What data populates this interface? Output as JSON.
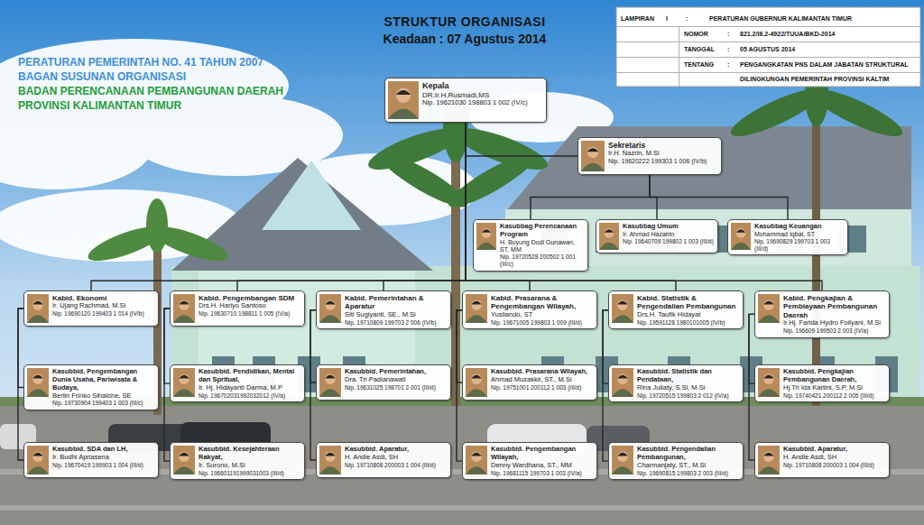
{
  "diagram": {
    "title": "STRUKTUR ORGANISASI",
    "nodes": [
      {
        "text": [
          "Kepala",
          "DR.Ir.H.Rusmadi,MS",
          "Nip. 19621030 198803 1 002 (IV/c)"
        ]
      },
      {
        "text": [
          "Sekretaris",
          "Ir.H. Nazrin, M.Si",
          "Nip. 19620222 199303 1 006 (IV/b)"
        ]
      },
      {
        "text": [
          "Kasubbag Perencanaan Program",
          "H. Buyung Dodi Gunawan, ST, MM",
          "Nip. 19720528 200502 1 001 (III/c)"
        ]
      },
      {
        "text": [
          "Kasubbag Umum",
          "Ir. Ahmad Hazairin",
          "Nip. 19640709 199802 1 003 (III/d)"
        ]
      },
      {
        "text": [
          "Kasubbag Keuangan",
          "Mohammad Iqbal, ST",
          "Nip. 19690829 199703 1 003 (III/d)"
        ]
      },
      {
        "text": [
          "Kabid. Ekonomi",
          "Ir. Ujang Rachmad, M.Si",
          "Nip. 19690120 199403 1 014 (IV/b)"
        ]
      },
      {
        "text": [
          "Kabid. Pengembangan SDM",
          "Drs.H. Hariyo Santoso",
          "Nip. 19630710 198811 1 005 (IV/a)"
        ]
      },
      {
        "text": [
          "Kabid. Pemerintahan & Aparatur",
          "Siti Sugiyanti, SE., M.Si",
          "Nip. 19710809 199703 2 006 (IV/b)"
        ]
      },
      {
        "text": [
          "Kabid. Prasarana & Pengembangan Wilayah,",
          "Yusliando, ST",
          "Nip. 19671005 199803 1 009 (III/d)"
        ]
      },
      {
        "text": [
          "Kabid. Statistik & Pengendalian Pembangunan",
          "Drs.H. Taufik Hidayat",
          "Nip. 19591128 1980101005 (IV/b)"
        ]
      },
      {
        "text": [
          "Kabid. Pengkajian & Pembiayaan Pembangunan Daerah",
          "Ir.Hj. Farida Hydro Foilyani, M.Si",
          "Nip. 196609 199503 2 003 (IV/a)"
        ]
      },
      {
        "text": [
          "Kasubbid. Pengembangan Dunia Usaha, Pariwisata & Budaya,",
          "Berlin Frinko Sihalohe, SE",
          "Nip. 19730904 199403 1 003 (III/c)"
        ]
      },
      {
        "text": [
          "Kasubbid. Pendidikan, Mental dan Spritual,",
          "Ir. Hj. Hidayanti Darma, M.P",
          "Nip. 196702031992032012 (IV/a)"
        ]
      },
      {
        "text": [
          "Kasubbid. Pemerintahan,",
          "Dra. Tri Padianawati",
          "Nip. 19631025 198701 2 001 (III/d)"
        ]
      },
      {
        "text": [
          "Kasubbid. Prasarana Wilayah,",
          "Ahmad Muzakkir, ST., M.Si",
          "Nip. 19751001 200112 1 003 (III/d)"
        ]
      },
      {
        "text": [
          "Kasubbid. Statistik dan Pendataan,",
          "Rina Juliaty, S.Si, M.Si",
          "Nip. 19720515 199803 2 012 (IV/a)"
        ]
      },
      {
        "text": [
          "Kasubbid. Pengkajian Pembangunan Daerah,",
          "Hj.Tri Ida Kartini, S.P, M.Si",
          "Nip. 19740421 200112 2 005 (III/d)"
        ]
      },
      {
        "text": [
          "Kasubbid. SDA dan LH,",
          "Ir. Budhi Apriasena",
          "Nip. 19670419 199903 1 004 (III/d)"
        ]
      },
      {
        "text": [
          "Kasubbid. Kesejahteraan Rakyat,",
          "Ir. Surono, M.Si",
          "Nip. 196601191999031003 (III/d)"
        ]
      },
      {
        "text": [
          "Kasubbid. Aparatur,",
          "H. Andie Asdi, SH",
          "Nip. 19710808 200003 1 004 (III/d)"
        ]
      },
      {
        "text": [
          "Kasubbid. Pengembangan Wilayah,",
          "Denny Wardhana, ST., MM",
          "Nip. 19681115 199703 1 003 (IV/a)"
        ]
      },
      {
        "text": [
          "Kasubbid. Pengendalian Pembangunan,",
          "Charmanjaty, ST., M.Si",
          "Nip. 19690815 199803 2 003 (III/d)"
        ]
      },
      {
        "text": [
          "Kasubbid. Aparatur,",
          "H. Andie Asdi, SH",
          "Nip. 19710808 200003 1 004 (III/d)"
        ]
      }
    ],
    "edges": [
      {
        "from": 0,
        "to": 1,
        "arrow": "none"
      },
      {
        "from": 1,
        "to": 2,
        "arrow": "none"
      },
      {
        "from": 1,
        "to": 3,
        "arrow": "none"
      },
      {
        "from": 1,
        "to": 4,
        "arrow": "none"
      },
      {
        "from": 0,
        "to": 5,
        "arrow": "none"
      },
      {
        "from": 0,
        "to": 6,
        "arrow": "none"
      },
      {
        "from": 0,
        "to": 7,
        "arrow": "none"
      },
      {
        "from": 0,
        "to": 8,
        "arrow": "none"
      },
      {
        "from": 0,
        "to": 9,
        "arrow": "none"
      },
      {
        "from": 0,
        "to": 10,
        "arrow": "none"
      },
      {
        "from": 5,
        "to": 11,
        "arrow": "none"
      },
      {
        "from": 5,
        "to": 17,
        "arrow": "none"
      },
      {
        "from": 6,
        "to": 12,
        "arrow": "none"
      },
      {
        "from": 6,
        "to": 18,
        "arrow": "none"
      },
      {
        "from": 7,
        "to": 13,
        "arrow": "none"
      },
      {
        "from": 7,
        "to": 19,
        "arrow": "none"
      },
      {
        "from": 8,
        "to": 14,
        "arrow": "none"
      },
      {
        "from": 8,
        "to": 20,
        "arrow": "none"
      },
      {
        "from": 9,
        "to": 15,
        "arrow": "none"
      },
      {
        "from": 9,
        "to": 21,
        "arrow": "none"
      },
      {
        "from": 10,
        "to": 16,
        "arrow": "none"
      },
      {
        "from": 10,
        "to": 22,
        "arrow": "none"
      }
    ],
    "labels": [
      "Keadaan : 07 Agustus 2014",
      "PERATURAN PEMERINTAH NO. 41 TAHUN 2007",
      "BAGAN SUSUNAN ORGANISASI",
      "BADAN PERENCANAAN PEMBANGUNAN DAERAH",
      "PROVINSI KALIMANTAN TIMUR",
      "LAMPIRAN",
      "I",
      ":",
      "PERATURAN GUBERNUR KALIMANTAN TIMUR",
      "NOMOR",
      ":",
      "821.2/III.2-4922/TUUA/BKD-2014",
      "TANGGAL",
      ":",
      "05 AGUSTUS 2014",
      "TENTANG",
      ":",
      "PENGANGKATAN PNS DALAM JABATAN STRUKTURAL",
      "DILINGKUNGAN PEMERINTAH PROVINSI KALTIM"
    ]
  }
}
